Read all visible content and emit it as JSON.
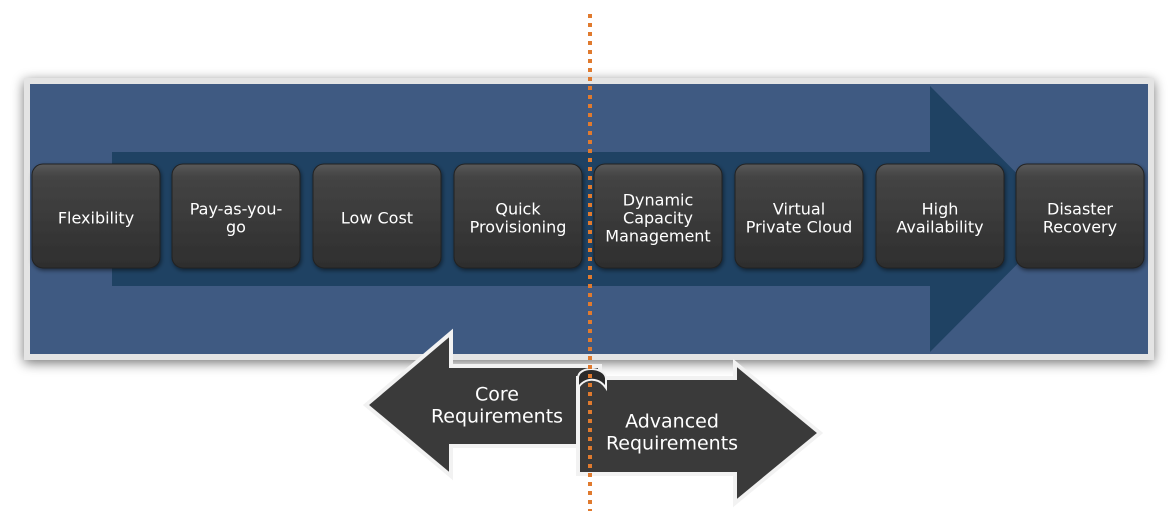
{
  "capabilities": [
    {
      "lines": [
        "Flexibility"
      ]
    },
    {
      "lines": [
        "Pay-as-you-",
        "go"
      ]
    },
    {
      "lines": [
        "Low Cost"
      ]
    },
    {
      "lines": [
        "Quick",
        "Provisioning"
      ]
    },
    {
      "lines": [
        "Dynamic",
        "Capacity",
        "Management"
      ]
    },
    {
      "lines": [
        "Virtual",
        "Private Cloud"
      ]
    },
    {
      "lines": [
        "High",
        "Availability"
      ]
    },
    {
      "lines": [
        "Disaster",
        "Recovery"
      ]
    }
  ],
  "core_arrow": {
    "lines": [
      "Core",
      "Requirements"
    ]
  },
  "advanced_arrow": {
    "lines": [
      "Advanced",
      "Requirements"
    ]
  },
  "colors": {
    "panel": "#3f5a82",
    "flow_arrow": "#1f4263",
    "card": "#3c3c3c",
    "divider": "#e07a2e"
  }
}
